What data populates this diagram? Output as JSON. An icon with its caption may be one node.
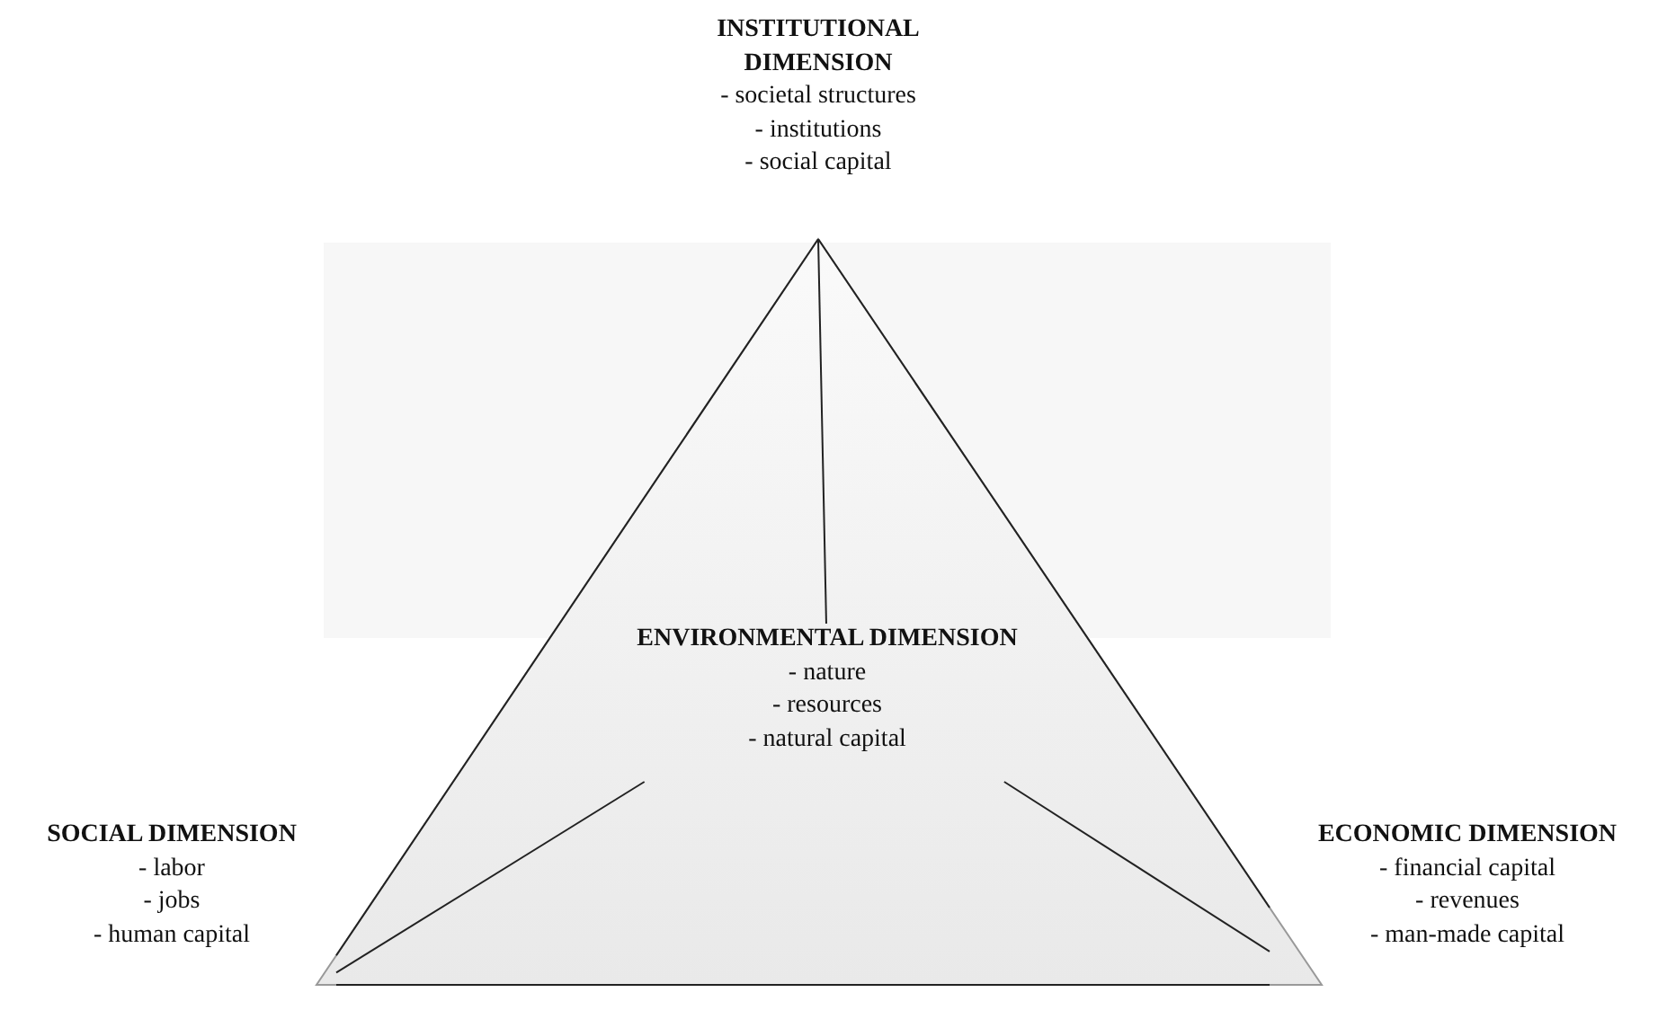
{
  "diagram": {
    "nodes": [
      {
        "text": [
          "INSTITUTIONAL DIMENSION",
          "- societal structures",
          "- institutions",
          "- social capital"
        ]
      },
      {
        "text": [
          "ENVIRONMENTAL DIMENSION",
          "- nature",
          "- resources",
          "- natural capital"
        ]
      },
      {
        "text": [
          "SOCIAL DIMENSION",
          "- labor",
          "- jobs",
          "- human capital"
        ]
      },
      {
        "text": [
          "ECONOMIC DIMENSION",
          "- financial capital",
          "- revenues",
          "- man-made capital"
        ]
      }
    ],
    "edges": [
      {
        "from": 0,
        "to": 2,
        "arrow": "none"
      },
      {
        "from": 0,
        "to": 3,
        "arrow": "none"
      },
      {
        "from": 2,
        "to": 3,
        "arrow": "none"
      },
      {
        "from": 0,
        "to": 1,
        "arrow": "none"
      },
      {
        "from": 1,
        "to": 2,
        "arrow": "none"
      },
      {
        "from": 1,
        "to": 3,
        "arrow": "none"
      }
    ]
  }
}
